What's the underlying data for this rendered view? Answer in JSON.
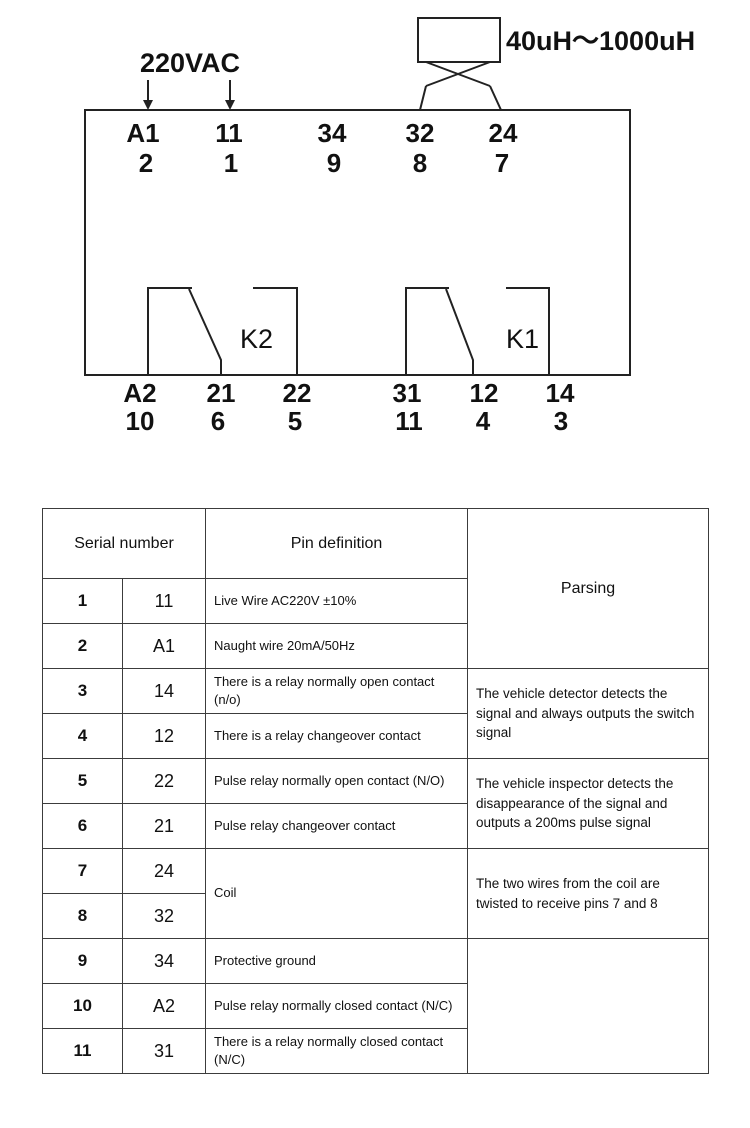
{
  "diagram": {
    "supply_label": "220VAC",
    "inductor_label": "40uH～1000uH",
    "relay_k2": "K2",
    "relay_k1": "K1",
    "top_pins": [
      {
        "name": "A1",
        "num": "2"
      },
      {
        "name": "11",
        "num": "1"
      },
      {
        "name": "34",
        "num": "9"
      },
      {
        "name": "32",
        "num": "8"
      },
      {
        "name": "24",
        "num": "7"
      }
    ],
    "bottom_pins": [
      {
        "name": "A2",
        "num": "10"
      },
      {
        "name": "21",
        "num": "6"
      },
      {
        "name": "22",
        "num": "5"
      },
      {
        "name": "31",
        "num": "11"
      },
      {
        "name": "12",
        "num": "4"
      },
      {
        "name": "14",
        "num": "3"
      }
    ]
  },
  "table": {
    "headers": {
      "serial": "Serial number",
      "pin_definition": "Pin definition",
      "parsing": "Parsing"
    },
    "rows": [
      {
        "no": "1",
        "pin": "11",
        "definition": "Live Wire AC220V ±10%"
      },
      {
        "no": "2",
        "pin": "A1",
        "definition": "Naught wire 20mA/50Hz"
      },
      {
        "no": "3",
        "pin": "14",
        "definition": "There is a relay normally open contact (n/o)"
      },
      {
        "no": "4",
        "pin": "12",
        "definition": "There is a relay changeover contact"
      },
      {
        "no": "5",
        "pin": "22",
        "definition": "Pulse relay normally open contact (N/O)"
      },
      {
        "no": "6",
        "pin": "21",
        "definition": "Pulse relay changeover contact"
      },
      {
        "no": "7",
        "pin": "24",
        "definition": "Coil"
      },
      {
        "no": "8",
        "pin": "32",
        "definition": ""
      },
      {
        "no": "9",
        "pin": "34",
        "definition": "Protective ground"
      },
      {
        "no": "10",
        "pin": "A2",
        "definition": "Pulse relay normally closed contact (N/C)"
      },
      {
        "no": "11",
        "pin": "31",
        "definition": "There is a relay normally closed contact (N/C)"
      }
    ],
    "parsing_cells": {
      "detector": "The vehicle detector detects the signal and always outputs the switch signal",
      "inspector": "The vehicle inspector detects the disappearance of the signal and outputs a 200ms pulse signal",
      "coil": "The two wires from the coil are twisted to receive pins 7 and 8",
      "empty": ""
    }
  }
}
